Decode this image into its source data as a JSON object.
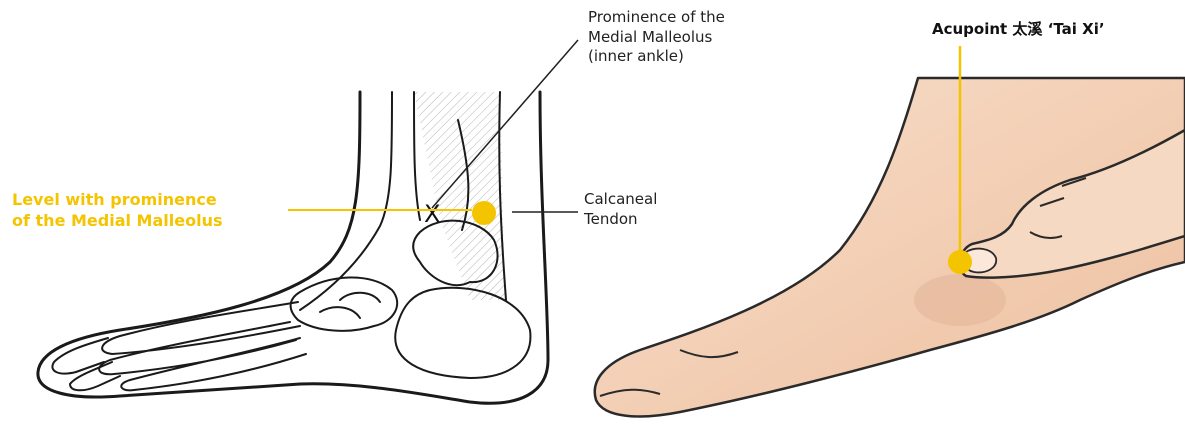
{
  "labels": {
    "prominence": "Prominence of the\nMedial Malleolus\n(inner ankle)",
    "level": "Level with prominence\nof the Medial Malleolus",
    "tendon": "Calcaneal\nTendon",
    "acupoint": "Acupoint 太溪 ‘Tai Xi’",
    "marker": "X"
  },
  "colors": {
    "accent": "#f5c400",
    "ink": "#222222",
    "skin": "#f3d3b8",
    "skin_shadow": "#e2b597"
  }
}
